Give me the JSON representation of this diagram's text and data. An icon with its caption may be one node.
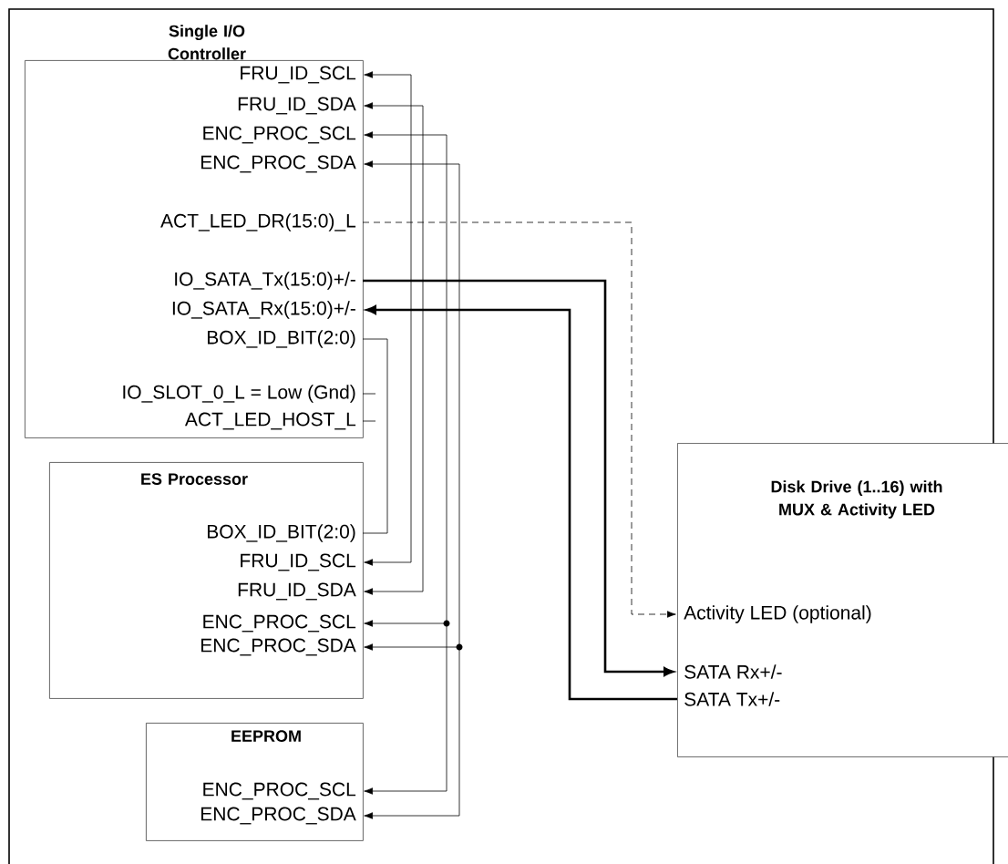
{
  "diagram": {
    "nodes": [
      {
        "text": [
          "Single I/O Controller"
        ]
      },
      {
        "text": [
          "FRU_ID_SCL"
        ],
        "in": 0
      },
      {
        "text": [
          "FRU_ID_SDA"
        ],
        "in": 0
      },
      {
        "text": [
          "ENC_PROC_SCL"
        ],
        "in": 0
      },
      {
        "text": [
          "ENC_PROC_SDA"
        ],
        "in": 0
      },
      {
        "text": [
          "ACT_LED_DR(15:0)_L"
        ],
        "in": 0
      },
      {
        "text": [
          "IO_SATA_Tx(15:0)+/-"
        ],
        "in": 0
      },
      {
        "text": [
          "IO_SATA_Rx(15:0)+/-"
        ],
        "in": 0
      },
      {
        "text": [
          "BOX_ID_BIT(2:0)"
        ],
        "in": 0
      },
      {
        "text": [
          "IO_SLOT_0_L = Low (Gnd)"
        ],
        "in": 0
      },
      {
        "text": [
          "ACT_LED_HOST_L"
        ],
        "in": 0
      },
      {
        "text": [
          "ES Processor"
        ]
      },
      {
        "text": [
          "BOX_ID_BIT(2:0)"
        ],
        "in": 11
      },
      {
        "text": [
          "FRU_ID_SCL"
        ],
        "in": 11
      },
      {
        "text": [
          "FRU_ID_SDA"
        ],
        "in": 11
      },
      {
        "text": [
          "ENC_PROC_SCL"
        ],
        "in": 11
      },
      {
        "text": [
          "ENC_PROC_SDA"
        ],
        "in": 11
      },
      {
        "text": [
          "EEPROM"
        ]
      },
      {
        "text": [
          "ENC_PROC_SCL"
        ],
        "in": 17
      },
      {
        "text": [
          "ENC_PROC_SDA"
        ],
        "in": 17
      },
      {
        "text": [
          "Disk Drive (1..16) with MUX & Activity LED"
        ]
      },
      {
        "text": [
          "Activity LED (optional)"
        ],
        "in": 20
      },
      {
        "text": [
          "SATA Rx+/-"
        ],
        "in": 20
      },
      {
        "text": [
          "SATA Tx+/-"
        ],
        "in": 20
      }
    ],
    "edges": [
      {
        "from": 1,
        "to": 13,
        "arrow": "both"
      },
      {
        "from": 2,
        "to": 14,
        "arrow": "both"
      },
      {
        "from": 3,
        "to": 15,
        "arrow": "both"
      },
      {
        "from": 3,
        "to": 18,
        "arrow": "both"
      },
      {
        "from": 4,
        "to": 16,
        "arrow": "both"
      },
      {
        "from": 4,
        "to": 19,
        "arrow": "both"
      },
      {
        "from": 5,
        "to": 21,
        "arrow": "to",
        "style": "dashed"
      },
      {
        "from": 6,
        "to": 22,
        "arrow": "to",
        "style": "thick"
      },
      {
        "from": 23,
        "to": 7,
        "arrow": "to",
        "style": "thick"
      },
      {
        "from": 8,
        "to": 12,
        "arrow": "none"
      },
      {
        "from": 9,
        "to": null,
        "arrow": "none"
      },
      {
        "from": 10,
        "to": null,
        "arrow": "none"
      }
    ]
  }
}
